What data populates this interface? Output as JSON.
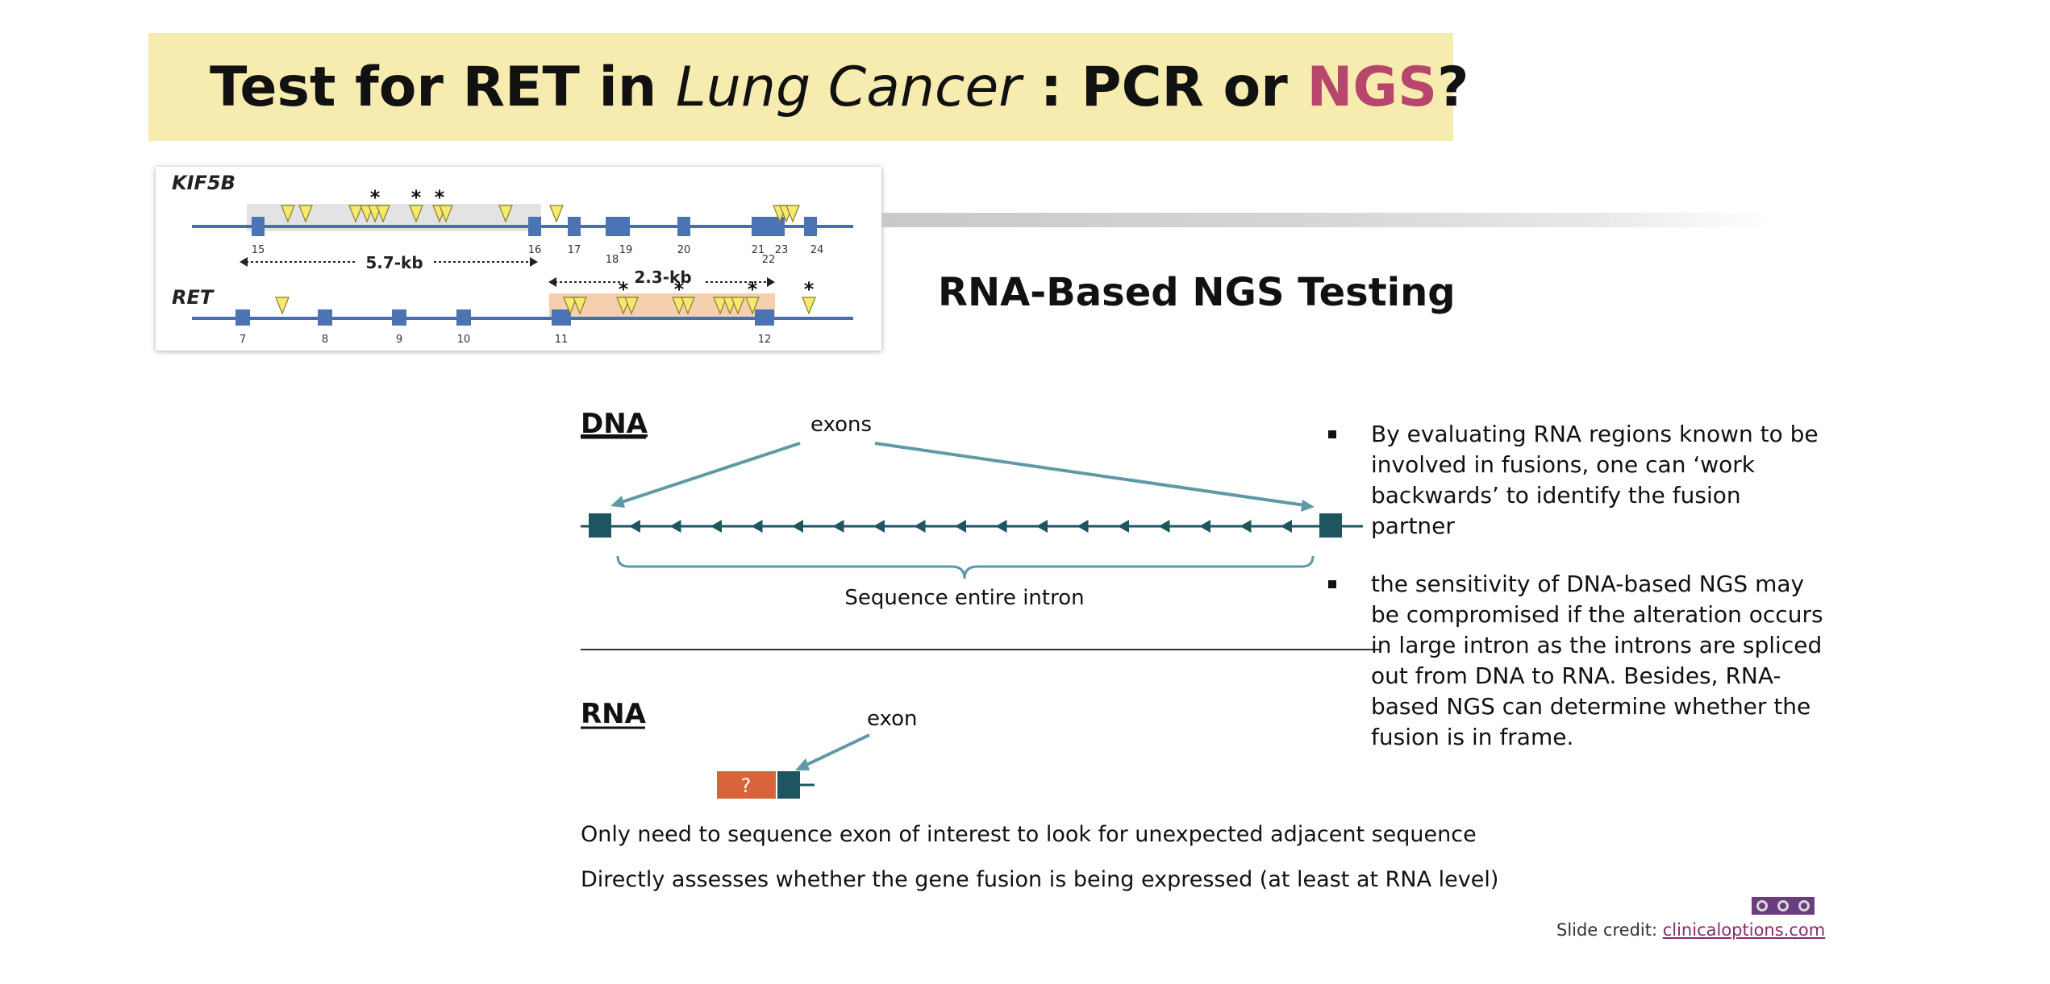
{
  "title": {
    "part1": "Test for RET in ",
    "part2_italic": "Lung Cancer",
    "part3": " : PCR or ",
    "part4_highlight": "NGS",
    "part5": "?"
  },
  "colors": {
    "banner": "#f7ecb0",
    "highlight": "#b8456b",
    "teal": "#1e5561",
    "line_teal": "#5e9aa6",
    "orange": "#d9643a",
    "exon_blue": "#4c73b3",
    "gene_line": "#4a6ea9",
    "triangle": "#f3ea6e",
    "shade_gray": "#e3e3e3",
    "shade_peach": "#f6cfae"
  },
  "gene_panel": {
    "kif5b_label": "KIF5B",
    "ret_label": "RET",
    "kif5b_exons": [
      "15",
      "16",
      "17",
      "18",
      "19",
      "20",
      "21",
      "22",
      "23",
      "24"
    ],
    "ret_exons": [
      "7",
      "8",
      "9",
      "10",
      "11",
      "12"
    ],
    "kif5b_distance": "5.7-kb",
    "ret_distance": "2.3-kb",
    "star": "*"
  },
  "section_heading": "RNA-Based NGS Testing",
  "dna": {
    "label": "DNA",
    "exons_label": "exons",
    "intron_label": "Sequence entire intron"
  },
  "rna": {
    "label": "RNA",
    "exon_label": "exon",
    "unknown_mark": "?"
  },
  "notes": [
    "Only need to sequence exon of interest to look for unexpected adjacent sequence",
    "Directly assesses whether the gene fusion is being expressed (at least at RNA level)"
  ],
  "bullets": [
    [
      "By evaluating RNA regions known to be",
      "involved in fusions, one can ‘work",
      "backwards’ to identify the fusion",
      "partner"
    ],
    [
      "the sensitivity of DNA-based NGS may",
      "be compromised if the alteration occurs",
      "in large intron as the introns are spliced",
      "out from DNA to RNA. Besides, RNA-",
      "based NGS can determine whether the",
      "fusion is in frame."
    ]
  ],
  "credit": {
    "prefix": "Slide credit: ",
    "link": "clinicaloptions.com"
  },
  "logo_icon": "cco-logo-icon"
}
